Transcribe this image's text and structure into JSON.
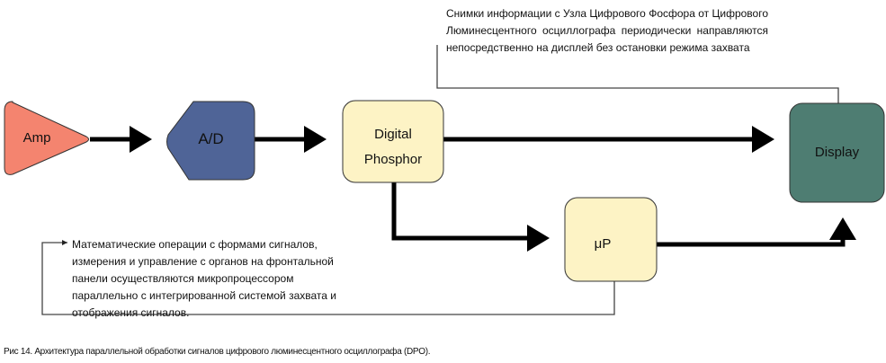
{
  "blocks": {
    "amp": {
      "label": "Amp",
      "color": "#f4846f"
    },
    "ad": {
      "label": "A/D",
      "color": "#4f6497"
    },
    "digital_phosphor": {
      "label_line1": "Digital",
      "label_line2": "Phosphor",
      "color": "#fdf3c5"
    },
    "display": {
      "label": "Display",
      "color": "#4e7d72"
    },
    "microprocessor": {
      "label": "μP",
      "color": "#fdf3c5"
    }
  },
  "notes": {
    "top": "Снимки информации с Узла Цифрового Фосфора от Цифрового Люминесцентного осциллографа периодически направляются непосредственно на дисплей без остановки режима захвата",
    "left": "Математические операции с формами сигналов, измерения и управление с органов на фронтальной панели осуществляются микропроцессором параллельно с интегрированной системой  захвата и отображения сигналов."
  },
  "caption": "Рис 14. Архитектура параллельной обработки сигналов цифрового люминесцентного осциллографа (DPO)."
}
